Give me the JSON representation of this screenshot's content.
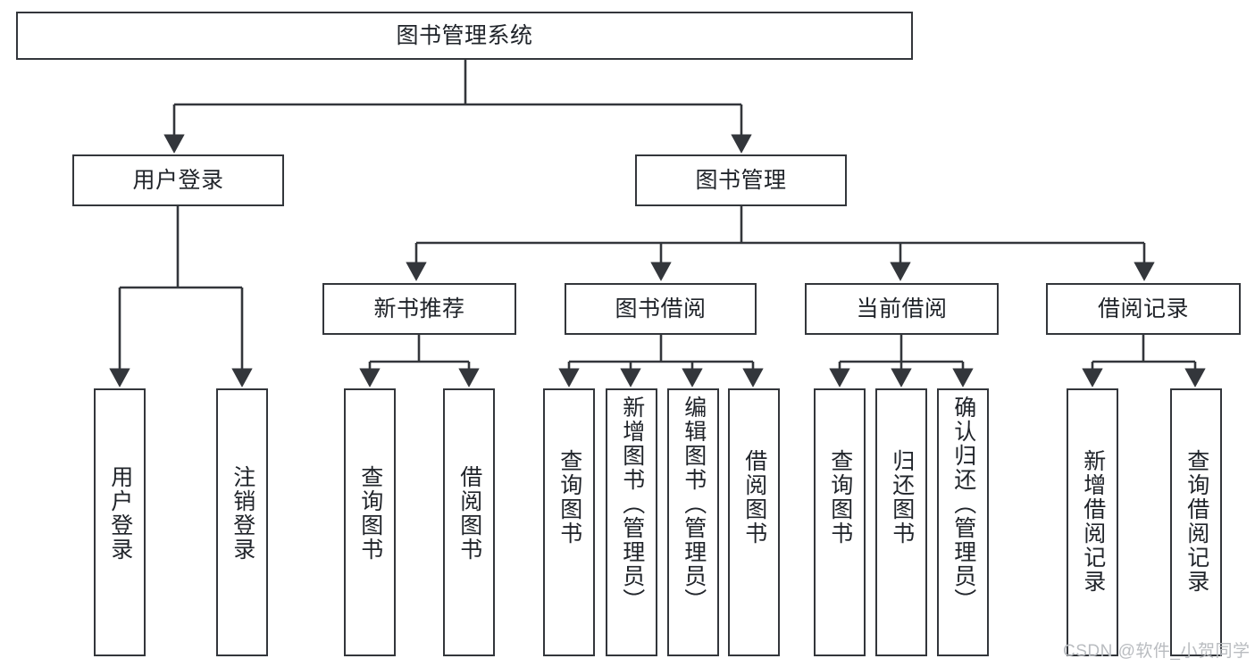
{
  "diagram": {
    "type": "hierarchy-tree",
    "title": "图书管理系统",
    "root": {
      "label": "图书管理系统"
    },
    "level2": [
      {
        "label": "用户登录"
      },
      {
        "label": "图书管理"
      }
    ],
    "level3": [
      {
        "label": "新书推荐"
      },
      {
        "label": "图书借阅"
      },
      {
        "label": "当前借阅"
      },
      {
        "label": "借阅记录"
      }
    ],
    "leaves": {
      "user_login": [
        {
          "label": "用户登录"
        },
        {
          "label": "注销登录"
        }
      ],
      "new_book_recommend": [
        {
          "label": "查询图书"
        },
        {
          "label": "借阅图书"
        }
      ],
      "book_borrow": [
        {
          "label": "查询图书"
        },
        {
          "label": "新增图书（管理员）"
        },
        {
          "label": "编辑图书（管理员）"
        },
        {
          "label": "借阅图书"
        }
      ],
      "current_borrow": [
        {
          "label": "查询图书"
        },
        {
          "label": "归还图书"
        },
        {
          "label": "确认归还（管理员）"
        }
      ],
      "borrow_record": [
        {
          "label": "新增借阅记录"
        },
        {
          "label": "查询借阅记录"
        }
      ]
    }
  },
  "watermark": {
    "text": "CSDN @软件_小贺同学"
  },
  "colors": {
    "stroke": "#33363b",
    "text": "#20242a",
    "background": "#ffffff",
    "watermark": "#b9bcc0"
  }
}
